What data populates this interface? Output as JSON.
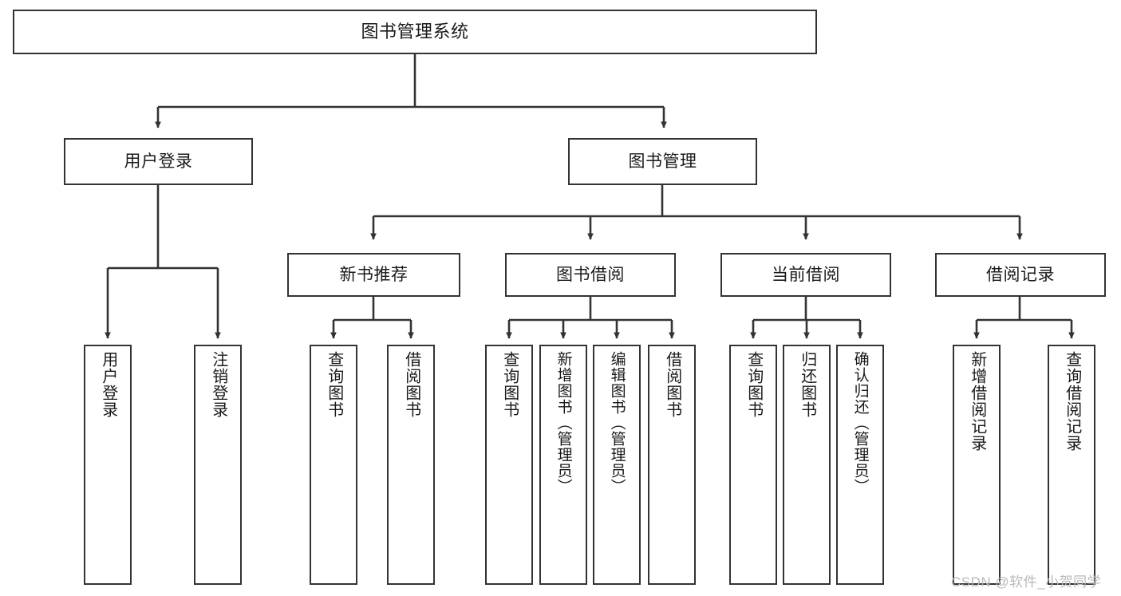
{
  "diagram": {
    "type": "tree-functional-structure",
    "title": "图书管理系统",
    "orientation": "top-down",
    "colors": {
      "box_border": "#333333",
      "box_fill": "#ffffff",
      "edge": "#333333",
      "text": "#1a1a1a",
      "watermark": "#b9b9b9",
      "background": "#ffffff"
    },
    "root": {
      "label": "图书管理系统"
    },
    "level2": [
      {
        "id": "user-login",
        "label": "用户登录"
      },
      {
        "id": "book-manage",
        "label": "图书管理"
      }
    ],
    "level3": [
      {
        "id": "new-book-recommend",
        "label": "新书推荐",
        "parent": "book-manage"
      },
      {
        "id": "book-borrow",
        "label": "图书借阅",
        "parent": "book-manage"
      },
      {
        "id": "current-borrow",
        "label": "当前借阅",
        "parent": "book-manage"
      },
      {
        "id": "borrow-record",
        "label": "借阅记录",
        "parent": "book-manage"
      }
    ],
    "leaves": [
      {
        "id": "leaf-user-login",
        "label": "用户登录",
        "parent": "user-login"
      },
      {
        "id": "leaf-user-logout",
        "label": "注销登录",
        "parent": "user-login"
      },
      {
        "id": "leaf-query-book-1",
        "label": "查询图书",
        "parent": "new-book-recommend"
      },
      {
        "id": "leaf-borrow-book-1",
        "label": "借阅图书",
        "parent": "new-book-recommend"
      },
      {
        "id": "leaf-query-book-2",
        "label": "查询图书",
        "parent": "book-borrow"
      },
      {
        "id": "leaf-add-book",
        "label": "新增图书（管理员）",
        "parent": "book-borrow"
      },
      {
        "id": "leaf-edit-book",
        "label": "编辑图书（管理员）",
        "parent": "book-borrow"
      },
      {
        "id": "leaf-borrow-book-2",
        "label": "借阅图书",
        "parent": "book-borrow"
      },
      {
        "id": "leaf-query-book-3",
        "label": "查询图书",
        "parent": "current-borrow"
      },
      {
        "id": "leaf-return-book",
        "label": "归还图书",
        "parent": "current-borrow"
      },
      {
        "id": "leaf-confirm-return",
        "label": "确认归还（管理员）",
        "parent": "current-borrow"
      },
      {
        "id": "leaf-add-record",
        "label": "新增借阅记录",
        "parent": "borrow-record"
      },
      {
        "id": "leaf-query-record",
        "label": "查询借阅记录",
        "parent": "borrow-record"
      }
    ],
    "watermark": "CSDN @软件_小贺同学"
  }
}
